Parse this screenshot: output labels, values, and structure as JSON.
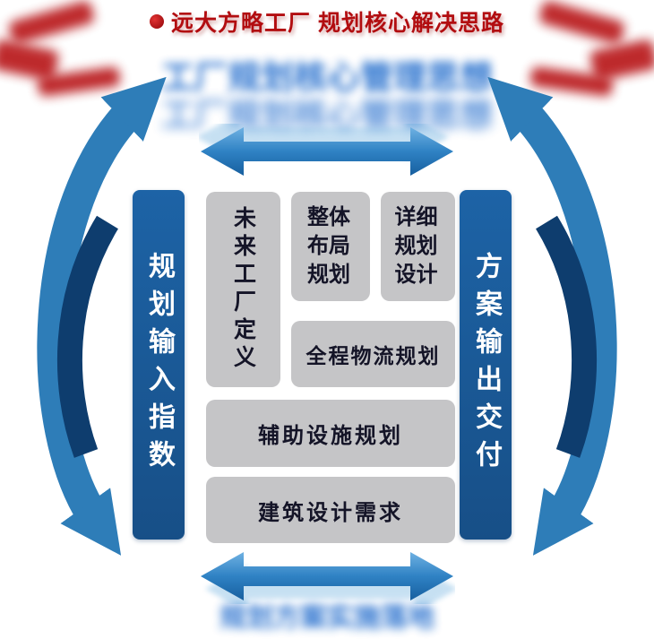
{
  "title": {
    "text": "远大方略工厂 规划核心解决思路"
  },
  "headings": {
    "top_blurred": "工厂规划核心管理思想",
    "top_blurred_ghost": "工厂规划核心管理思想",
    "bottom_blurred": "规划方案实施落地"
  },
  "flow": {
    "left_bar": "规划输入指数",
    "right_bar": "方案输出交付"
  },
  "boxes": {
    "future_factory": "未来工厂定义",
    "overall_layout": "整体布局规划",
    "detailed_design": "详细规划设计",
    "logistics": "全程物流规划",
    "auxiliary": "辅助设施规划",
    "architecture": "建筑设计需求"
  },
  "colors": {
    "title_red": "#b20d10",
    "bar_blue": "#1d63a6",
    "box_gray": "#c5c5c7",
    "box_text": "#141427",
    "arrow_blue": "#2e7db8",
    "arc_dark_blue": "#0e3d6e",
    "ghost_blue": "#1463c9"
  }
}
